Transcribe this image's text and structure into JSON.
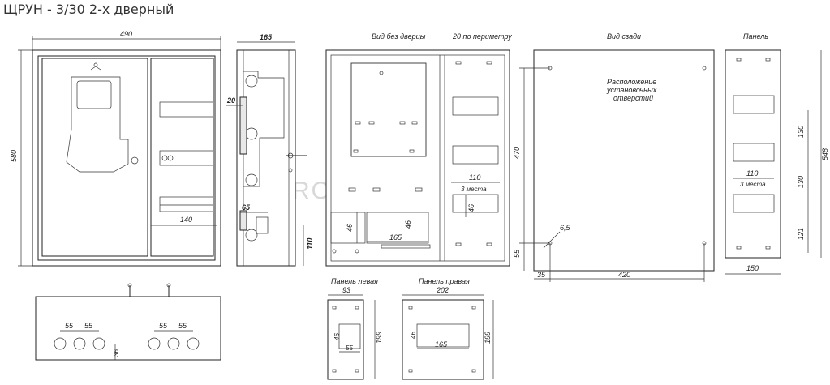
{
  "title": "ЩРУН - 3/30 2-х дверный",
  "watermark": "ROS ELECTRO",
  "views": {
    "front_width": "490",
    "front_height": "580",
    "front_140": "140",
    "side_depth": "165",
    "side_20": "20",
    "side_65": "65",
    "side_110": "110",
    "nodoor_title": "Вид без дверцы",
    "nodoor_perimeter": "20 по периметру",
    "nodoor_110": "110",
    "nodoor_3places": "3 места",
    "nodoor_46a": "46",
    "nodoor_46b": "46",
    "nodoor_46c": "46",
    "nodoor_165": "165",
    "back_title": "Вид сзади",
    "back_note1": "Расположение",
    "back_note2": "установочных",
    "back_note3": "отверстий",
    "back_470": "470",
    "back_6_5": "6,5",
    "back_55": "55",
    "back_35": "35",
    "back_420": "420",
    "panel_title": "Панель",
    "panel_130a": "130",
    "panel_130b": "130",
    "panel_121": "121",
    "panel_548": "548",
    "panel_110": "110",
    "panel_3places": "3 места",
    "panel_150": "150",
    "bottom_55a": "55",
    "bottom_55b": "55",
    "bottom_55c": "55",
    "bottom_55d": "55",
    "bottom_36": "36",
    "left_title": "Панель левая",
    "left_93": "93",
    "left_46": "46",
    "left_55": "55",
    "left_199": "199",
    "right_title": "Панель правая",
    "right_202": "202",
    "right_46": "46",
    "right_165": "165",
    "right_199": "199"
  }
}
